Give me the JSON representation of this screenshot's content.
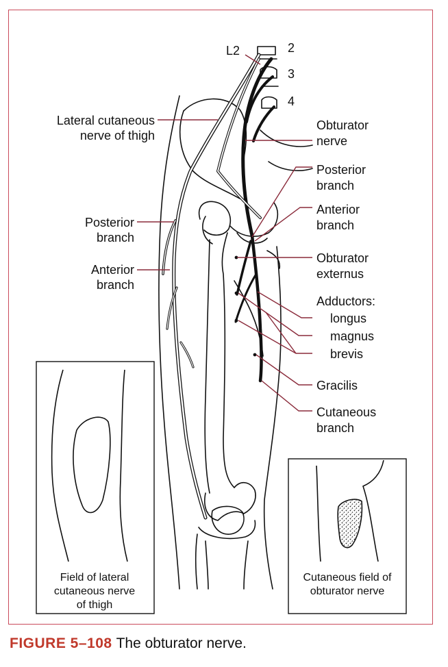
{
  "colors": {
    "frame": "#c94a5a",
    "caption_number": "#c0392b",
    "leader": "#8a2a3a",
    "ink": "#111111"
  },
  "labels": {
    "l2": "L2",
    "n2": "2",
    "n3": "3",
    "n4": "4",
    "lateral_cutaneous": [
      "Lateral cutaneous",
      "nerve of thigh"
    ],
    "posterior_branch_left": [
      "Posterior",
      "branch"
    ],
    "anterior_branch_left": [
      "Anterior",
      "branch"
    ],
    "obturator_nerve": [
      "Obturator",
      "nerve"
    ],
    "posterior_branch_right": [
      "Posterior",
      "branch"
    ],
    "anterior_branch_right": [
      "Anterior",
      "branch"
    ],
    "obturator_externus": [
      "Obturator",
      "externus"
    ],
    "adductors": "Adductors:",
    "longus": "longus",
    "magnus": "magnus",
    "brevis": "brevis",
    "gracilis": "Gracilis",
    "cutaneous_branch": [
      "Cutaneous",
      "branch"
    ]
  },
  "insets": {
    "left": [
      "Field of lateral",
      "cutaneous nerve",
      "of thigh"
    ],
    "right": [
      "Cutaneous field of",
      "obturator nerve"
    ]
  },
  "caption": {
    "number": "FIGURE 5–108",
    "title": "The obturator nerve."
  }
}
